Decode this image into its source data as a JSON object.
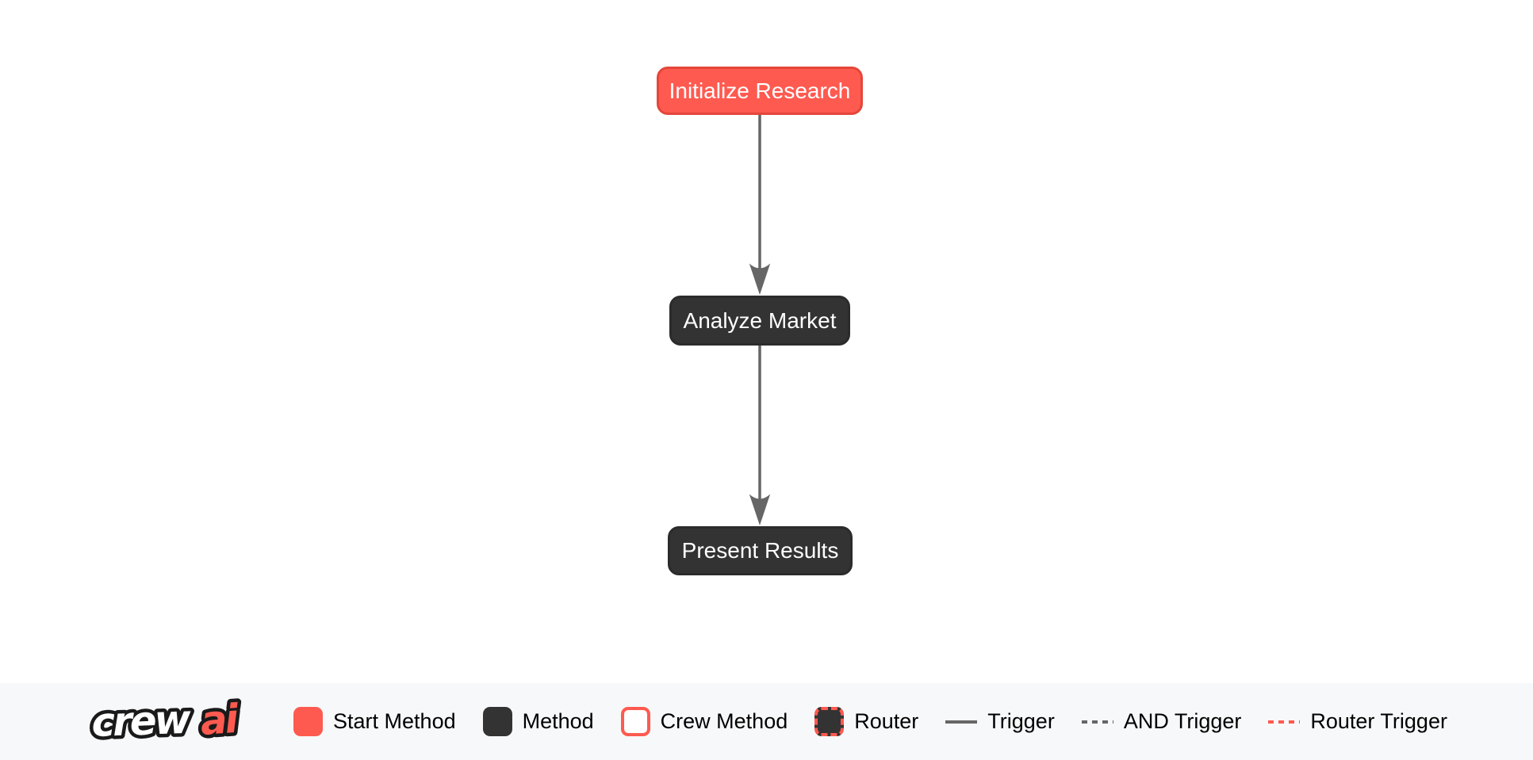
{
  "flow": {
    "nodes": [
      {
        "id": "initialize_research",
        "label": "Initialize Research",
        "type": "start-method"
      },
      {
        "id": "analyze_market",
        "label": "Analyze Market",
        "type": "method"
      },
      {
        "id": "present_results",
        "label": "Present Results",
        "type": "method"
      }
    ],
    "edges": [
      {
        "from": "initialize_research",
        "to": "analyze_market",
        "type": "trigger"
      },
      {
        "from": "analyze_market",
        "to": "present_results",
        "type": "trigger"
      }
    ]
  },
  "legend": {
    "logo": {
      "crew": "crew",
      "ai": "ai"
    },
    "items": [
      {
        "label": "Start Method",
        "swatch": "start-method-swatch"
      },
      {
        "label": "Method",
        "swatch": "method-swatch"
      },
      {
        "label": "Crew Method",
        "swatch": "crew-method-swatch"
      },
      {
        "label": "Router",
        "swatch": "router-swatch"
      },
      {
        "label": "Trigger",
        "swatch": "trigger-line-swatch"
      },
      {
        "label": "AND Trigger",
        "swatch": "and-trigger-line-swatch"
      },
      {
        "label": "Router Trigger",
        "swatch": "router-trigger-line-swatch"
      }
    ]
  },
  "colors": {
    "bg": "#FFFFFF",
    "start": "#FF5A50",
    "start_border": "#E5463A",
    "method": "#333333",
    "method_border": "#2B2B2B",
    "edge": "#666666",
    "node_text": "#FFFFFF",
    "legend_bg": "#F7F8F9",
    "legend_text": "#000000",
    "logo_outline": "#1A1A1A",
    "logo_crew_fill": "#FFFFFF",
    "logo_ai_fill": "#FF5A50"
  }
}
